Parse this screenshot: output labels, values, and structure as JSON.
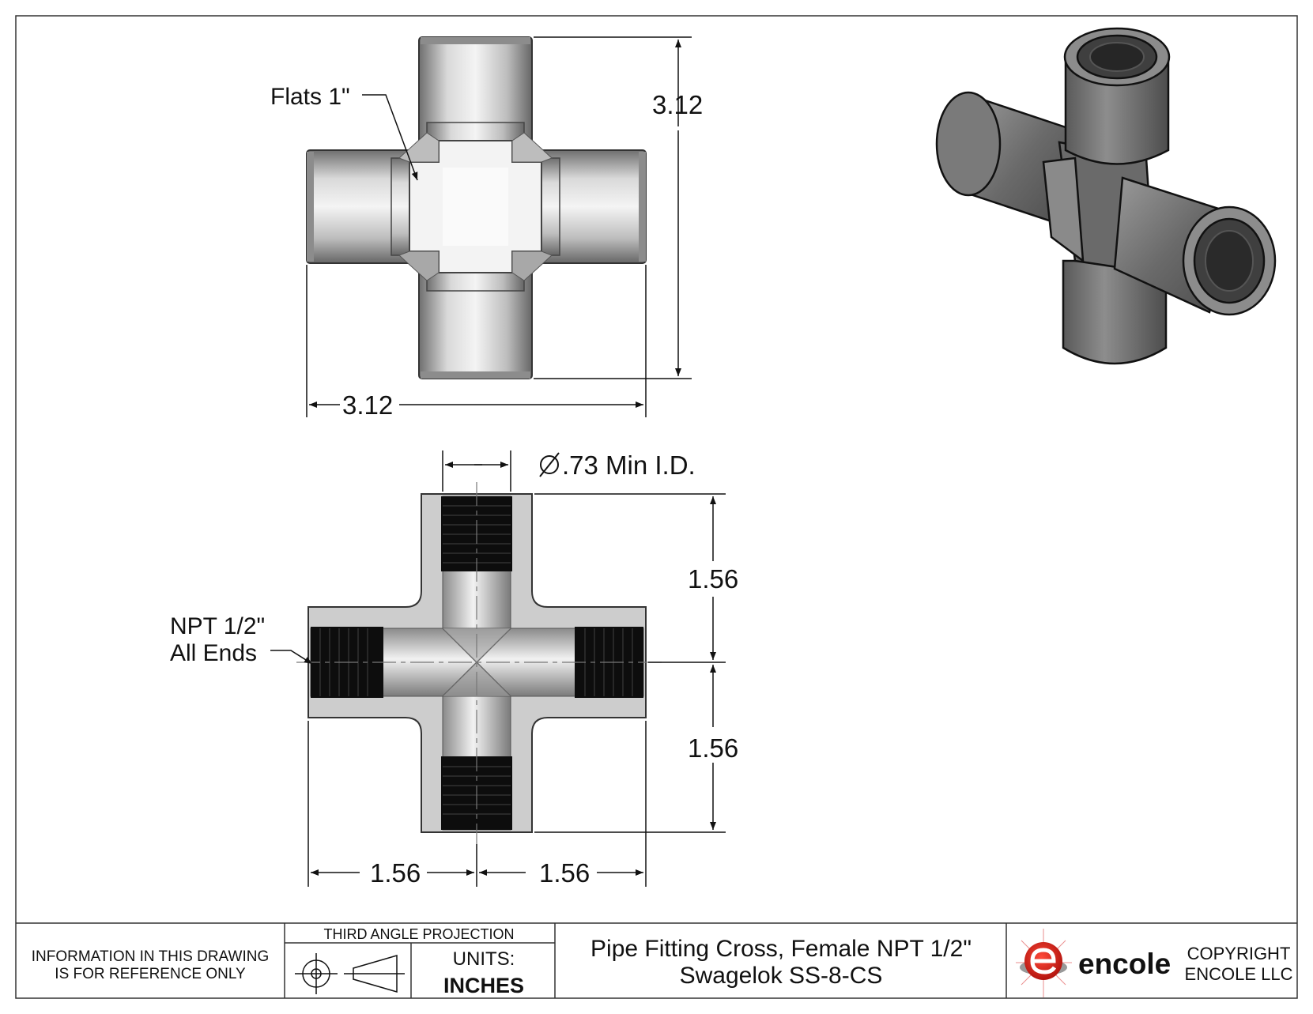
{
  "top_view": {
    "flats_note": "Flats 1\"",
    "height_dim": "3.12",
    "width_dim": "3.12"
  },
  "section_view": {
    "id_note": ".73 Min I.D.",
    "thread_note_line1": "NPT 1/2\"",
    "thread_note_line2": "All Ends",
    "upper_dim": "1.56",
    "lower_dim": "1.56",
    "left_dim": "1.56",
    "right_dim": "1.56"
  },
  "title_block": {
    "reference_line1": "INFORMATION IN THIS DRAWING",
    "reference_line2": "IS FOR REFERENCE ONLY",
    "projection_label": "THIRD ANGLE PROJECTION",
    "units_label": "UNITS:",
    "units_value": "INCHES",
    "title_line1": "Pipe Fitting Cross, Female NPT 1/2\"",
    "title_line2": "Swagelok SS-8-CS",
    "brand_name": "encole",
    "copyright_line1": "COPYRIGHT",
    "copyright_line2": "ENCOLE  LLC"
  },
  "icons": {
    "diameter": "diameter-symbol-icon",
    "projection": "third-angle-projection-icon",
    "logo": "encole-logo-icon"
  },
  "colors": {
    "logo_red": "#d7261e",
    "thread_black": "#0d0d0d",
    "metal_mid": "#b7b7b7",
    "section_fill": "#cdcdcd"
  }
}
